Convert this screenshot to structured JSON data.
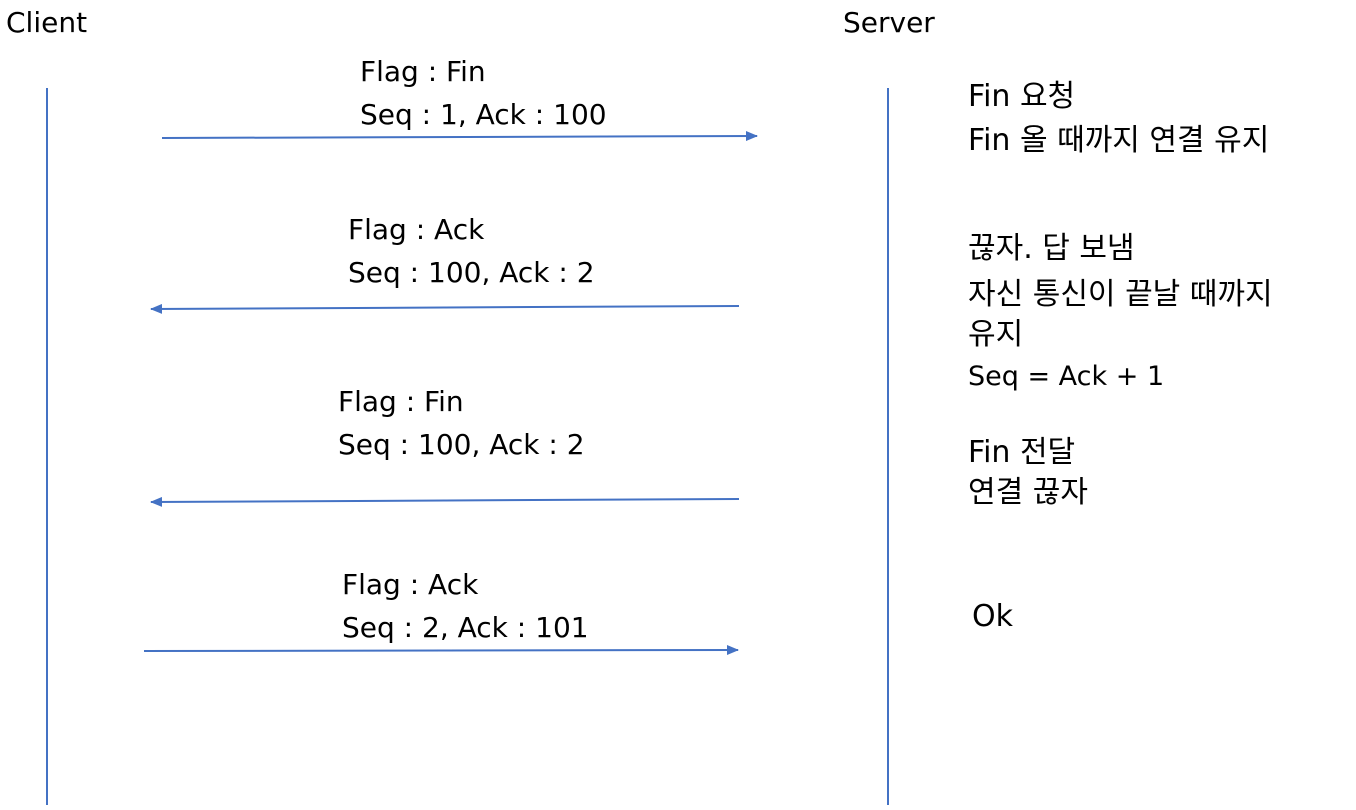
{
  "participants": {
    "client": "Client",
    "server": "Server"
  },
  "messages": [
    {
      "direction": "client-to-server",
      "flag": "Flag : Fin",
      "seq_ack": "Seq : 1, Ack : 100"
    },
    {
      "direction": "server-to-client",
      "flag": "Flag : Ack",
      "seq_ack": "Seq : 100, Ack : 2"
    },
    {
      "direction": "server-to-client",
      "flag": "Flag : Fin",
      "seq_ack": "Seq : 100, Ack : 2"
    },
    {
      "direction": "client-to-server",
      "flag": "Flag : Ack",
      "seq_ack": "Seq : 2, Ack : 101"
    }
  ],
  "notes": {
    "fin_request": [
      "Fin 요청",
      "Fin 올 때까지 연결 유지"
    ],
    "ack_reply": [
      "끊자. 답 보냄",
      "자신 통신이 끝날 때까지",
      "유지",
      "Seq = Ack + 1"
    ],
    "fin_send": [
      "Fin 전달",
      "연결 끊자"
    ],
    "ok": "Ok"
  },
  "colors": {
    "lifeline": "#4472C4",
    "arrow": "#4472C4",
    "text": "#000000"
  }
}
